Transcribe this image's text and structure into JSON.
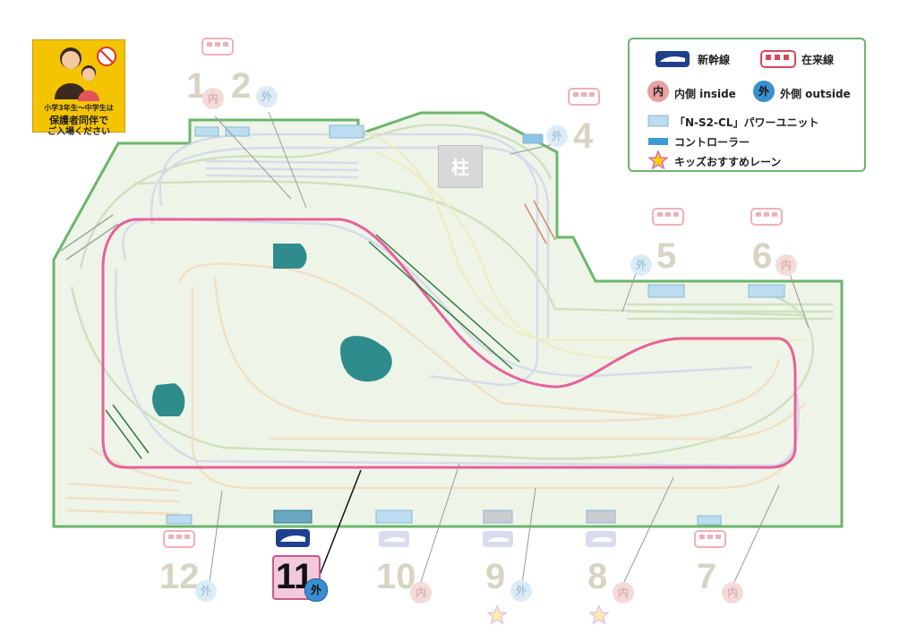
{
  "sign": {
    "line1": "小学3年生～中学生は",
    "line2": "保護者同伴で",
    "line3": "ご入場ください"
  },
  "legend": {
    "shinkansen": "新幹線",
    "zairaisen": "在来線",
    "inside_mark": "内",
    "inside_label": "内側 inside",
    "outside_mark": "外",
    "outside_label": "外側 outside",
    "power_unit": "「N-S2-CL」パワーユニット",
    "controller": "コントローラー",
    "kids_lane": "キッズおすすめレーン"
  },
  "pillar_label": "柱",
  "lanes": [
    {
      "id": "1",
      "number": "1",
      "side": "内",
      "type": "zairaisen"
    },
    {
      "id": "2",
      "number": "2",
      "side": "外",
      "type": "zairaisen"
    },
    {
      "id": "4",
      "number": "4",
      "side": "外",
      "type": "zairaisen"
    },
    {
      "id": "5",
      "number": "5",
      "side": "外",
      "type": "zairaisen"
    },
    {
      "id": "6",
      "number": "6",
      "side": "内",
      "type": "zairaisen"
    },
    {
      "id": "7",
      "number": "7",
      "side": "内",
      "type": "zairaisen"
    },
    {
      "id": "8",
      "number": "8",
      "side": "内",
      "type": "shinkansen",
      "kids": true
    },
    {
      "id": "9",
      "number": "9",
      "side": "外",
      "type": "shinkansen",
      "kids": true
    },
    {
      "id": "10",
      "number": "10",
      "side": "内",
      "type": "shinkansen"
    },
    {
      "id": "11",
      "number": "11",
      "side": "外",
      "type": "shinkansen",
      "active": true
    },
    {
      "id": "12",
      "number": "12",
      "side": "外",
      "type": "zairaisen"
    }
  ],
  "colors": {
    "layout_border": "#6bb66b",
    "layout_fill": "#eef5e8",
    "active_track": "#e8609a",
    "shinkansen_icon": "#1f3f8f",
    "zairaisen_icon": "#d9475c",
    "power_unit": "#bcdcef",
    "controller": "#3a9bd5",
    "outside_badge": "#3a8fd0",
    "inside_badge": "#e8a0a0",
    "pond": "#2e8c8c",
    "star": "#f5d200"
  }
}
